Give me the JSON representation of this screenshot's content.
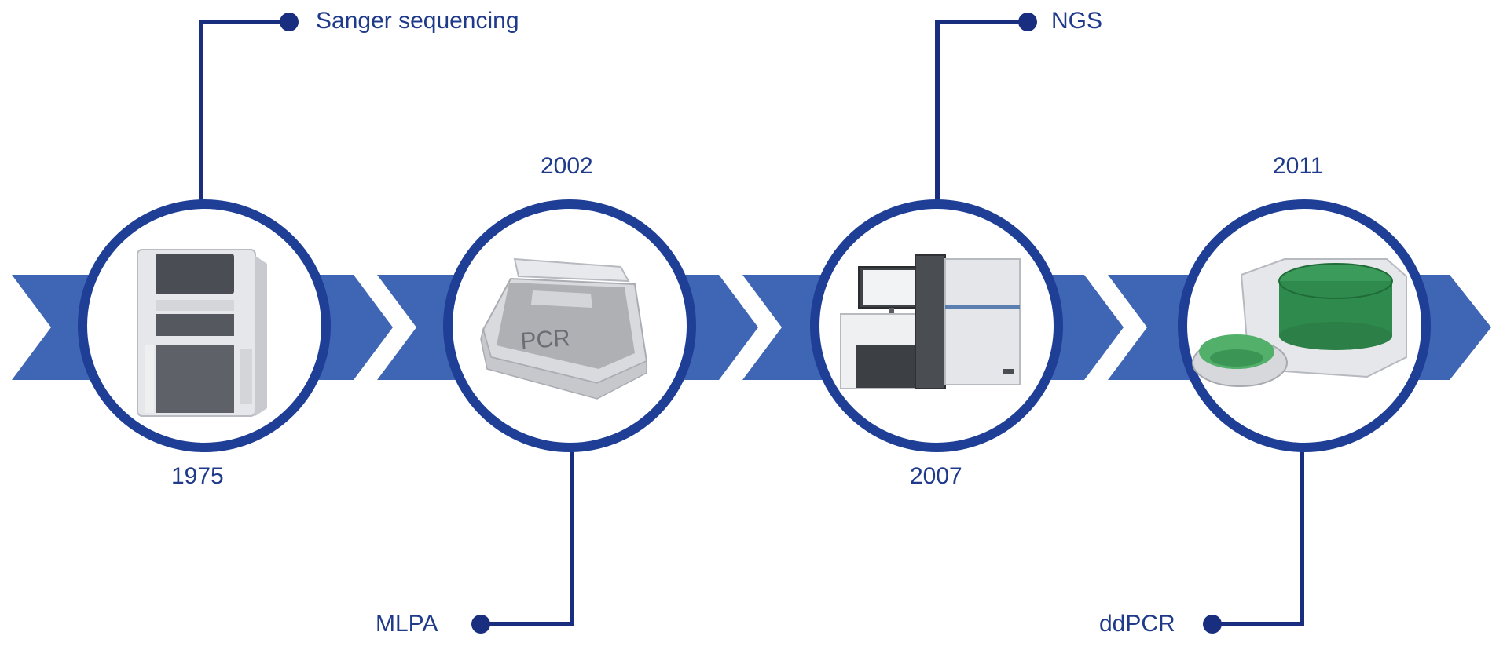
{
  "colors": {
    "chevron": "#3f66b5",
    "ring": "#1f3f97",
    "connector": "#1a2e80",
    "text": "#1f3a8a",
    "device_green": "#3a9b5a"
  },
  "milestones": [
    {
      "year": "1975",
      "technology": "Sanger sequencing",
      "icon": "sanger-sequencer-icon"
    },
    {
      "year": "2002",
      "technology": "MLPA",
      "icon": "pcr-thermocycler-icon",
      "device_label": "PCR"
    },
    {
      "year": "2007",
      "technology": "NGS",
      "icon": "ngs-sequencer-icon"
    },
    {
      "year": "2011",
      "technology": "ddPCR",
      "icon": "ddpcr-system-icon"
    }
  ]
}
